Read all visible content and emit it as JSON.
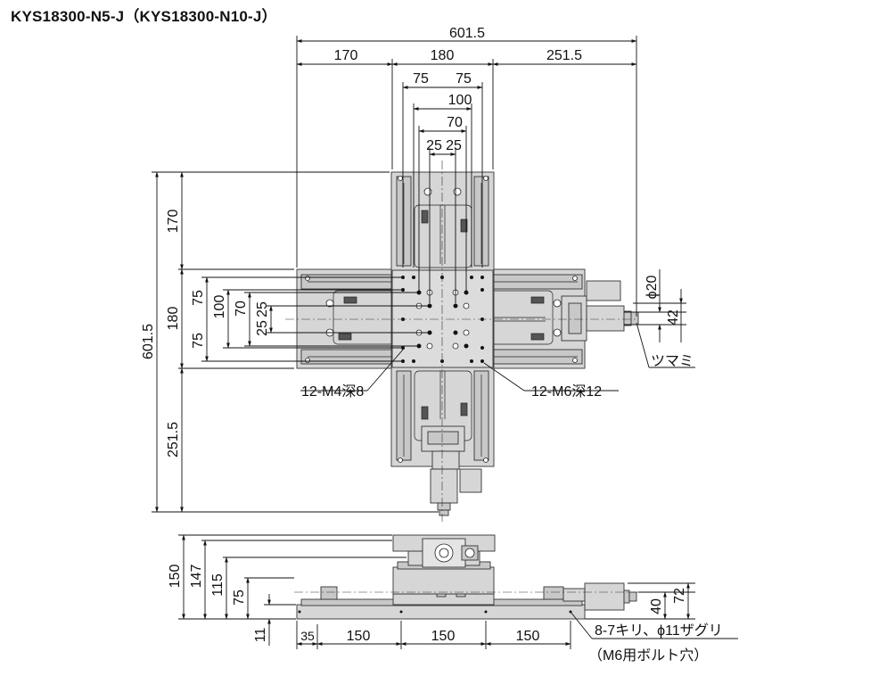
{
  "title": "KYS18300-N5-J（KYS18300-N10-J）",
  "top_view": {
    "dims_horizontal": {
      "overall": "601.5",
      "left": "170",
      "mid": "180",
      "right": "251.5",
      "d75a": "75",
      "d75b": "75",
      "d100": "100",
      "d70": "70",
      "d25a": "25",
      "d25b": "25"
    },
    "dims_vertical": {
      "overall": "601.5",
      "top": "170",
      "mid": "180",
      "bottom": "251.5",
      "d75a": "75",
      "d100": "100",
      "d70": "70",
      "d25a": "25",
      "d25b": "25",
      "d75b": "75"
    },
    "knob_dims": {
      "phi20": "ϕ20",
      "d42": "42"
    },
    "labels": {
      "knob": "ツマミ",
      "m4": "12-M4深8",
      "m6": "12-M6深12"
    }
  },
  "side_view": {
    "dims_vertical": {
      "h150": "150",
      "h147": "147",
      "h115": "115",
      "h75": "75",
      "h11": "11",
      "h40": "40",
      "h72": "72"
    },
    "dims_horizontal": {
      "d35": "35",
      "d150a": "150",
      "d150b": "150",
      "d150c": "150"
    },
    "labels": {
      "holes": "8-7キリ、ϕ11ザグリ",
      "holes_note": "（M6用ボルト穴）"
    }
  }
}
